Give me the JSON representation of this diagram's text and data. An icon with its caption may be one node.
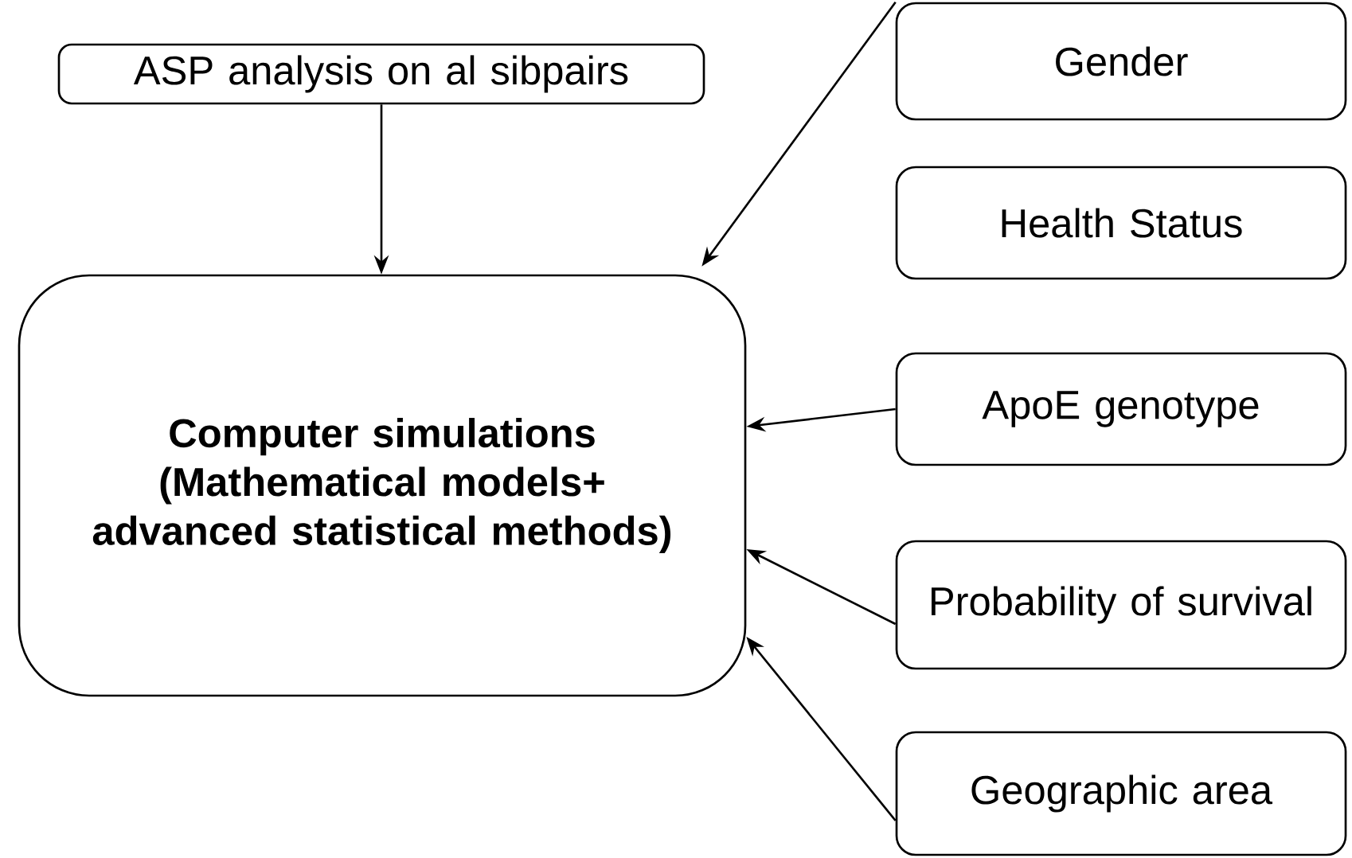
{
  "diagram": {
    "nodes": [
      {
        "text": [
          "ASP analysis on al sibpairs"
        ]
      },
      {
        "text": [
          "Computer simulations (Mathematical models+ advanced statistical methods)"
        ]
      },
      {
        "text": [
          "Gender"
        ]
      },
      {
        "text": [
          "Health Status"
        ]
      },
      {
        "text": [
          "ApoE genotype"
        ]
      },
      {
        "text": [
          "Probability of survival"
        ]
      },
      {
        "text": [
          "Geographic area"
        ]
      }
    ],
    "edges": [
      {
        "from": 0,
        "to": 1,
        "arrow": "to"
      },
      {
        "from": 2,
        "to": 1,
        "arrow": "to"
      },
      {
        "from": 4,
        "to": 1,
        "arrow": "to"
      },
      {
        "from": 5,
        "to": 1,
        "arrow": "to"
      },
      {
        "from": 6,
        "to": 1,
        "arrow": "to"
      }
    ]
  }
}
